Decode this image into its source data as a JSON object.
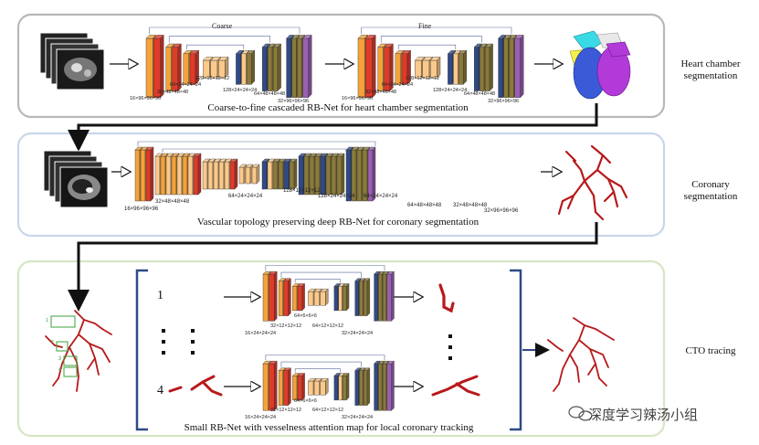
{
  "panels": {
    "heart": {
      "side_label": "Heart chamber\nsegmentation",
      "caption": "Coarse-to-fine cascaded RB-Net for heart chamber segmentation",
      "coarse_label": "Coarse",
      "fine_label": "Fine",
      "dims": {
        "d16": "16×96×96×96",
        "d32": "32×48×48×48",
        "d64": "64×24×24×24",
        "d128": "128×12×12×12",
        "d128b": "128×24×24×24",
        "d64b": "64×48×48×48",
        "d32b": "32×96×96×96"
      },
      "fine_dims": {
        "d16": "16×96×96×96",
        "d32": "32×48×48×48",
        "d64": "64×24×24×24",
        "d128": "128×12×12×12",
        "d128b": "128×24×24×24",
        "d64b": "64×48×48×48",
        "d32b": "32×96×96×96"
      }
    },
    "coronary": {
      "side_label": "Coronary\nsegmentation",
      "caption": "Vascular topology preserving deep RB-Net for coronary segmentation",
      "dims": {
        "d16": "16×96×96×96",
        "d32": "32×48×48×48",
        "d64": "64×24×24×24",
        "d128": "128×12×12×12",
        "d128b": "128×24×24×24",
        "d64b": "64×24×24×24",
        "d64c": "64×48×48×48",
        "d32b": "32×48×48×48",
        "d32c": "32×96×96×96"
      }
    },
    "cto": {
      "side_label": "CTO tracing",
      "caption": "Small RB-Net with vesselness attention map for local coronary tracking",
      "index_top": "1",
      "index_bottom": "4",
      "inset_labels": [
        "1",
        "2",
        "3",
        "4"
      ],
      "top_dims": {
        "d16": "16×24×24×24",
        "d32": "32×12×12×12",
        "d64": "64×6×6×6",
        "d64b": "64×12×12×12",
        "d32b": "32×24×24×24"
      },
      "bottom_dims": {
        "d16": "16×24×24×24",
        "d32": "32×12×12×12",
        "d64": "64×6×6×6",
        "d64b": "64×12×12×12",
        "d32b": "32×24×24×24"
      }
    }
  },
  "watermark": "深度学习辣汤小组",
  "colors": {
    "orange": "#f4a23a",
    "red": "#e03a2a",
    "peach": "#fbc98a",
    "navy": "#2f4a86",
    "olive": "#8c7a3a",
    "purple": "#9b5fb5",
    "vessel": "#b8191a",
    "heart_cyan": "#3ad9e6",
    "heart_yellow": "#f2f04a",
    "heart_blue": "#3a5ad8",
    "heart_purple": "#b23ad8"
  }
}
